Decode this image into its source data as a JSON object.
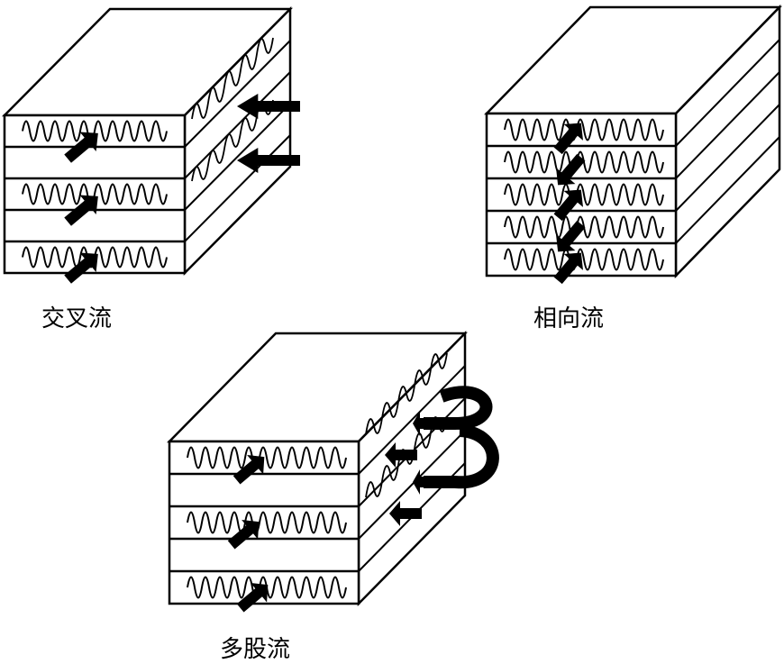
{
  "labels": {
    "cross_flow": "交叉流",
    "counter_flow": "相向流",
    "multi_pass_flow": "多股流"
  },
  "colors": {
    "line": "#000000",
    "paper": "#ffffff",
    "arrow": "#000000"
  }
}
